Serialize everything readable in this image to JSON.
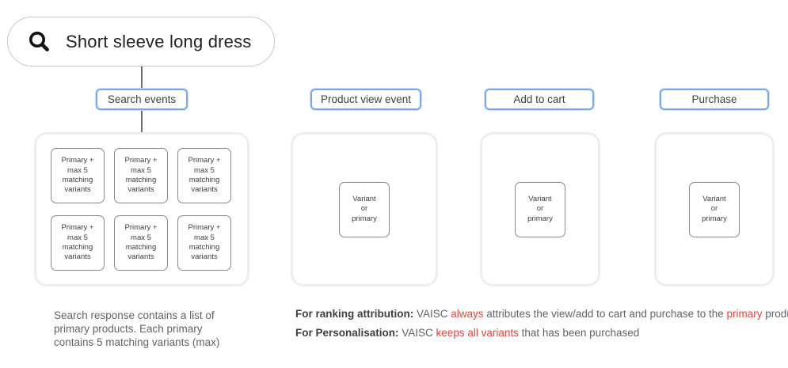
{
  "search_bar": {
    "query": "Short sleeve long dress",
    "icon": "magnifying-glass"
  },
  "events": {
    "search": {
      "label": "Search events",
      "card_text": "Primary +\nmax 5\nmatching\nvariants",
      "card_count": 6
    },
    "product_view": {
      "label": "Product view event",
      "card_text": "Variant\nor\nprimary"
    },
    "add_to_cart": {
      "label": "Add to cart",
      "card_text": "Variant\nor\nprimary"
    },
    "purchase": {
      "label": "Purchase",
      "card_text": "Variant\nor\nprimary"
    }
  },
  "notes": {
    "search_response": "Search response contains a list of\nprimary products. Each primary\ncontains 5 matching variants (max)",
    "ranking_attribution": {
      "segments": [
        {
          "text": "For ranking attribution:",
          "style": "bold"
        },
        {
          "text": " VAISC ",
          "style": "normal"
        },
        {
          "text": "always",
          "style": "red"
        },
        {
          "text": " attributes the view/add to cart and purchase to the ",
          "style": "normal"
        },
        {
          "text": "primary",
          "style": "red"
        },
        {
          "text": " product.",
          "style": "normal"
        }
      ]
    },
    "personalisation": {
      "segments": [
        {
          "text": "For Personalisation:",
          "style": "bold"
        },
        {
          "text": " VAISC ",
          "style": "normal"
        },
        {
          "text": "keeps all variants",
          "style": "red"
        },
        {
          "text": " that has been purchased",
          "style": "normal"
        }
      ]
    }
  },
  "colors": {
    "accent_blue": "#78a7f8",
    "red_highlight": "#ea4335",
    "text_dark": "#202124",
    "text_gray": "#5f6368",
    "card_border": "#83898e",
    "container_border": "#eceef1"
  }
}
